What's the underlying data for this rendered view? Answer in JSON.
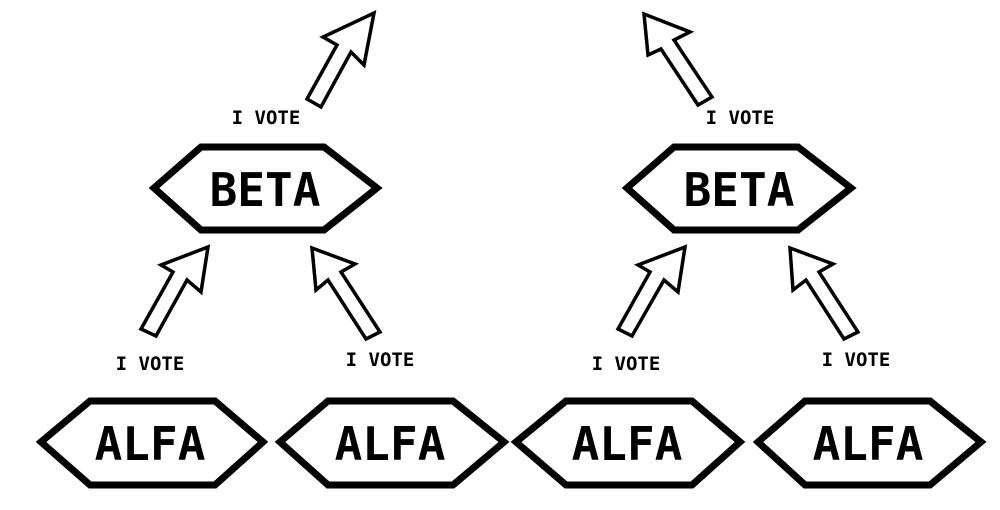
{
  "nodes": {
    "beta_left": "BETA",
    "beta_right": "BETA",
    "alfa_1": "ALFA",
    "alfa_2": "ALFA",
    "alfa_3": "ALFA",
    "alfa_4": "ALFA"
  },
  "votes": {
    "beta_left": "I VOTE",
    "beta_right": "I VOTE",
    "alfa_1": "I VOTE",
    "alfa_2": "I VOTE",
    "alfa_3": "I VOTE",
    "alfa_4": "I VOTE"
  }
}
